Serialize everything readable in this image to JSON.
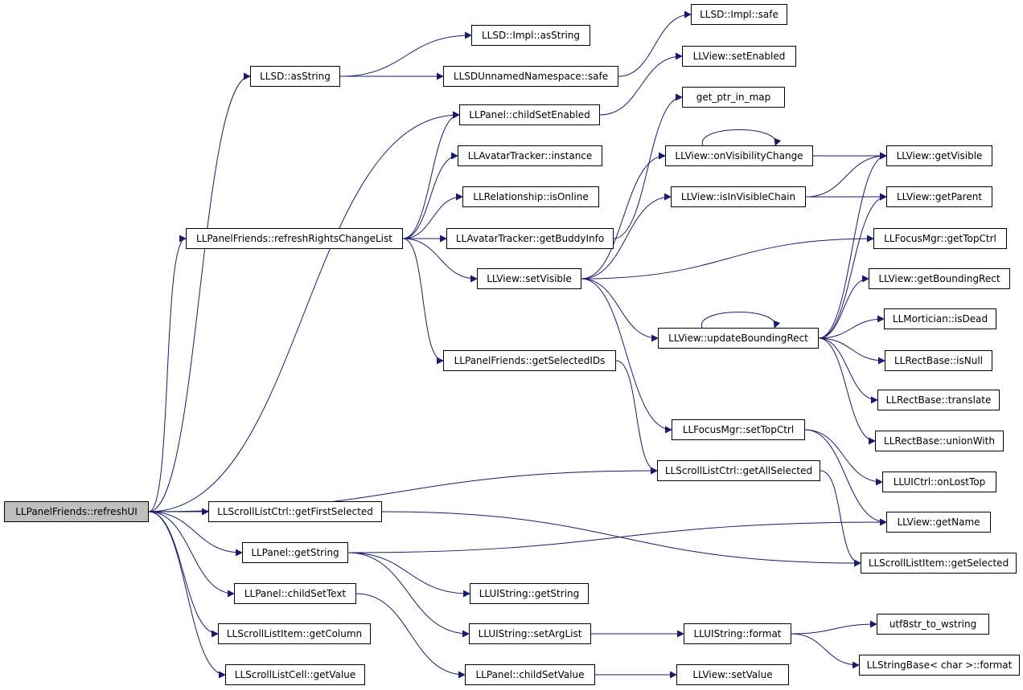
{
  "colors": {
    "edge": "#191970",
    "node_border": "#000000",
    "root_fill": "#bfbfbf",
    "node_fill": "#ffffff"
  },
  "nodes": [
    {
      "id": "n0",
      "label": "LLPanelFriends::refreshUI",
      "root": true
    },
    {
      "id": "n1",
      "label": "LLSD::asString"
    },
    {
      "id": "n2",
      "label": "LLSD::Impl::asString"
    },
    {
      "id": "n3",
      "label": "LLSD::Impl::safe"
    },
    {
      "id": "n4",
      "label": "LLSDUnnamedNamespace::safe"
    },
    {
      "id": "n5",
      "label": "LLView::setEnabled"
    },
    {
      "id": "n6",
      "label": "LLPanel::childSetEnabled"
    },
    {
      "id": "n7",
      "label": "get_ptr_in_map"
    },
    {
      "id": "n8",
      "label": "LLAvatarTracker::instance"
    },
    {
      "id": "n9",
      "label": "LLView::onVisibilityChange"
    },
    {
      "id": "n10",
      "label": "LLView::getVisible"
    },
    {
      "id": "n11",
      "label": "LLRelationship::isOnline"
    },
    {
      "id": "n12",
      "label": "LLView::isInVisibleChain"
    },
    {
      "id": "n13",
      "label": "LLView::getParent"
    },
    {
      "id": "n14",
      "label": "LLPanelFriends::refreshRightsChangeList"
    },
    {
      "id": "n15",
      "label": "LLAvatarTracker::getBuddyInfo"
    },
    {
      "id": "n16",
      "label": "LLFocusMgr::getTopCtrl"
    },
    {
      "id": "n17",
      "label": "LLView::setVisible"
    },
    {
      "id": "n18",
      "label": "LLView::getBoundingRect"
    },
    {
      "id": "n19",
      "label": "LLMortician::isDead"
    },
    {
      "id": "n20",
      "label": "LLView::updateBoundingRect"
    },
    {
      "id": "n21",
      "label": "LLPanelFriends::getSelectedIDs"
    },
    {
      "id": "n22",
      "label": "LLRectBase::isNull"
    },
    {
      "id": "n23",
      "label": "LLRectBase::translate"
    },
    {
      "id": "n24",
      "label": "LLFocusMgr::setTopCtrl"
    },
    {
      "id": "n25",
      "label": "LLRectBase::unionWith"
    },
    {
      "id": "n26",
      "label": "LLScrollListCtrl::getAllSelected"
    },
    {
      "id": "n27",
      "label": "LLUICtrl::onLostTop"
    },
    {
      "id": "n28",
      "label": "LLScrollListCtrl::getFirstSelected"
    },
    {
      "id": "n29",
      "label": "LLView::getName"
    },
    {
      "id": "n30",
      "label": "LLPanel::getString"
    },
    {
      "id": "n31",
      "label": "LLScrollListItem::getSelected"
    },
    {
      "id": "n32",
      "label": "LLPanel::childSetText"
    },
    {
      "id": "n33",
      "label": "LLUIString::getString"
    },
    {
      "id": "n34",
      "label": "utf8str_to_wstring"
    },
    {
      "id": "n35",
      "label": "LLScrollListItem::getColumn"
    },
    {
      "id": "n36",
      "label": "LLUIString::setArgList"
    },
    {
      "id": "n37",
      "label": "LLUIString::format"
    },
    {
      "id": "n38",
      "label": "LLStringBase< char >::format"
    },
    {
      "id": "n39",
      "label": "LLScrollListCell::getValue"
    },
    {
      "id": "n40",
      "label": "LLPanel::childSetValue"
    },
    {
      "id": "n41",
      "label": "LLView::setValue"
    }
  ],
  "edges": [
    [
      "n0",
      "n1"
    ],
    [
      "n0",
      "n6"
    ],
    [
      "n0",
      "n14"
    ],
    [
      "n0",
      "n26"
    ],
    [
      "n0",
      "n28"
    ],
    [
      "n0",
      "n30"
    ],
    [
      "n0",
      "n32"
    ],
    [
      "n0",
      "n35"
    ],
    [
      "n0",
      "n39"
    ],
    [
      "n1",
      "n2"
    ],
    [
      "n1",
      "n4"
    ],
    [
      "n4",
      "n3"
    ],
    [
      "n6",
      "n5"
    ],
    [
      "n14",
      "n6"
    ],
    [
      "n14",
      "n8"
    ],
    [
      "n14",
      "n11"
    ],
    [
      "n14",
      "n15"
    ],
    [
      "n14",
      "n17"
    ],
    [
      "n14",
      "n21"
    ],
    [
      "n15",
      "n7"
    ],
    [
      "n17",
      "n9"
    ],
    [
      "n17",
      "n12"
    ],
    [
      "n17",
      "n16"
    ],
    [
      "n17",
      "n20"
    ],
    [
      "n17",
      "n24"
    ],
    [
      "n9",
      "n9"
    ],
    [
      "n9",
      "n10"
    ],
    [
      "n12",
      "n10"
    ],
    [
      "n12",
      "n13"
    ],
    [
      "n20",
      "n20"
    ],
    [
      "n20",
      "n10"
    ],
    [
      "n20",
      "n13"
    ],
    [
      "n20",
      "n18"
    ],
    [
      "n20",
      "n19"
    ],
    [
      "n20",
      "n22"
    ],
    [
      "n20",
      "n23"
    ],
    [
      "n20",
      "n25"
    ],
    [
      "n21",
      "n26"
    ],
    [
      "n26",
      "n31"
    ],
    [
      "n24",
      "n27"
    ],
    [
      "n24",
      "n29"
    ],
    [
      "n28",
      "n31"
    ],
    [
      "n30",
      "n29"
    ],
    [
      "n30",
      "n33"
    ],
    [
      "n30",
      "n36"
    ],
    [
      "n32",
      "n40"
    ],
    [
      "n40",
      "n41"
    ],
    [
      "n36",
      "n37"
    ],
    [
      "n37",
      "n34"
    ],
    [
      "n37",
      "n38"
    ]
  ]
}
